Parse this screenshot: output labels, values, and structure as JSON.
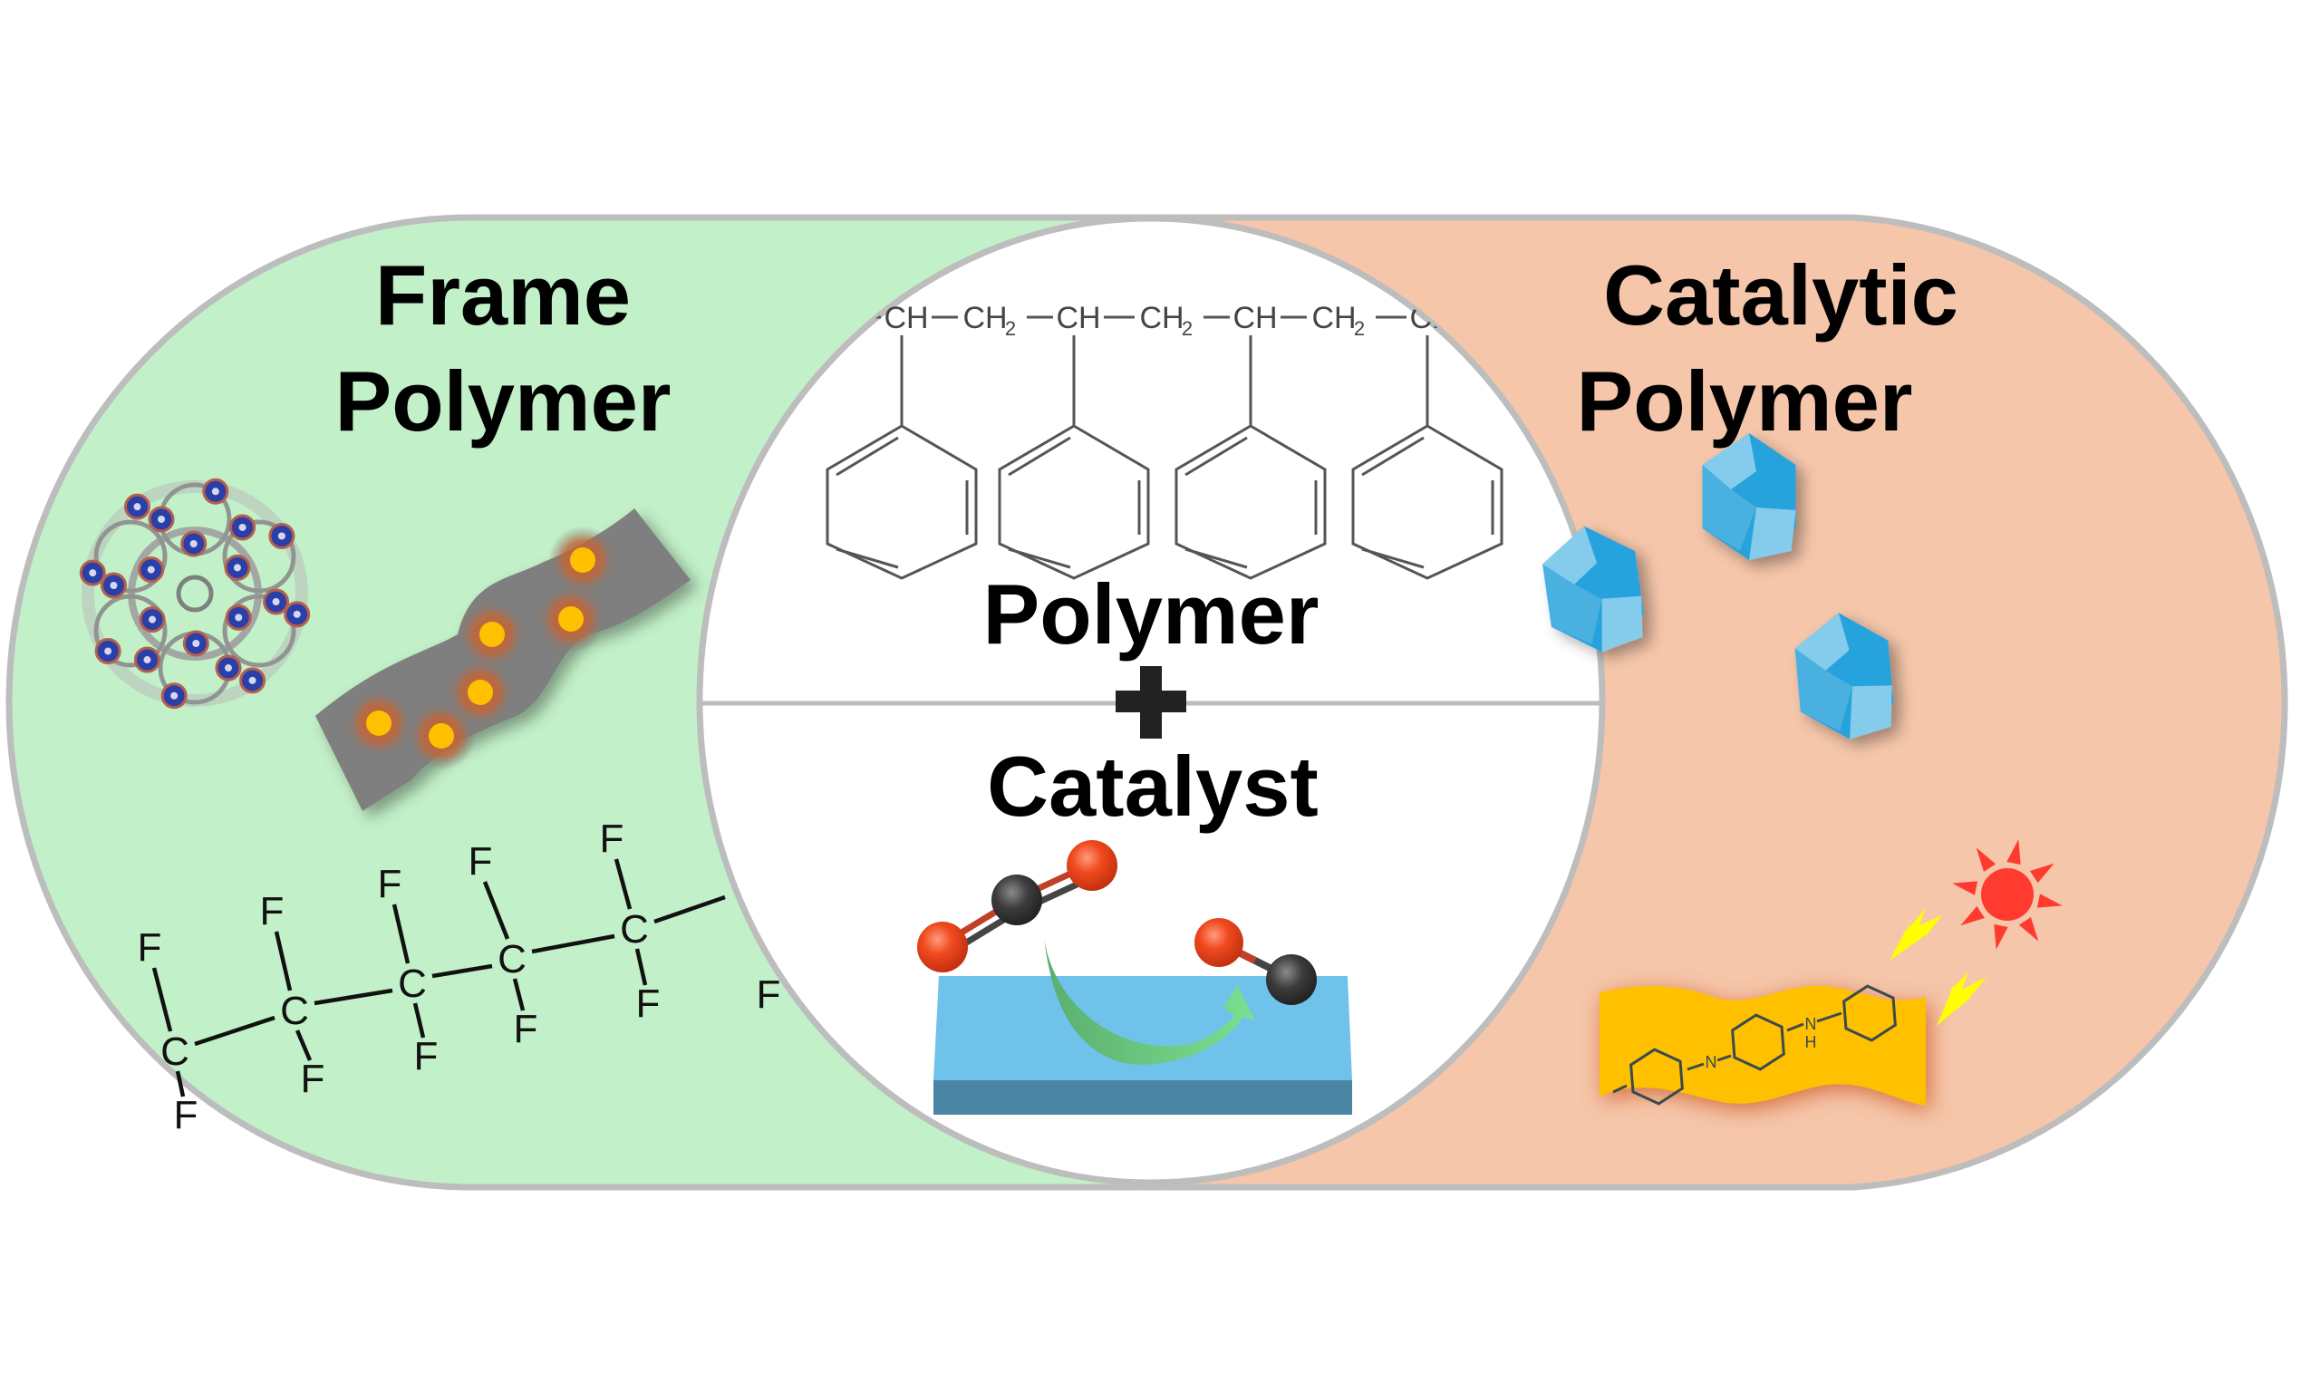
{
  "figure": {
    "left_panel": {
      "title_line1": "Frame",
      "title_line2": "Polymer",
      "fill_color": "#C2F0C8",
      "illustrations": [
        "mof-framework",
        "gray-polymer-sheet-with-glowing-particles",
        "perfluorinated-chain"
      ],
      "chain_atom_labels": {
        "carbon": "C",
        "fluorine": "F"
      }
    },
    "center_panel": {
      "title_top": "Polymer",
      "operator": "+",
      "title_bottom": "Catalyst",
      "fill_color": "#FFFFFF",
      "structure_labels": {
        "ch": "CH",
        "ch2_main": "CH",
        "ch2_sub": "2"
      },
      "illustrations": [
        "polystyrene-chain",
        "co2-molecule",
        "co-molecule",
        "catalyst-slab",
        "reaction-arrow"
      ]
    },
    "right_panel": {
      "title_line1": "Catalytic",
      "title_line2": "Polymer",
      "fill_color": "#F5C6AA",
      "illustrations": [
        "blue-dodecahedral-crystals",
        "sun",
        "lightning-bolts",
        "polyaniline-film"
      ],
      "film_labels": {
        "n": "N",
        "nh_n": "N",
        "nh_h": "H"
      }
    },
    "colors": {
      "outline": "#BDBDBD",
      "text": "#000000",
      "sheet_gray": "#7F7F7F",
      "particle_yellow": "#FFC000",
      "particle_glow": "#C0663A",
      "crystal_light": "#85CCEC",
      "crystal_mid": "#4AB0E0",
      "crystal_dark": "#28A2DC",
      "oxygen_red": "#F04A1E",
      "carbon_dark": "#3C3C3C",
      "slab_top": "#6FC3EA",
      "slab_side": "#4A86A4",
      "arrow_green": "#6FD58A",
      "sun_red": "#FF3B30",
      "bolt_yellow": "#FFFF00",
      "film_orange": "#FFC000"
    }
  }
}
